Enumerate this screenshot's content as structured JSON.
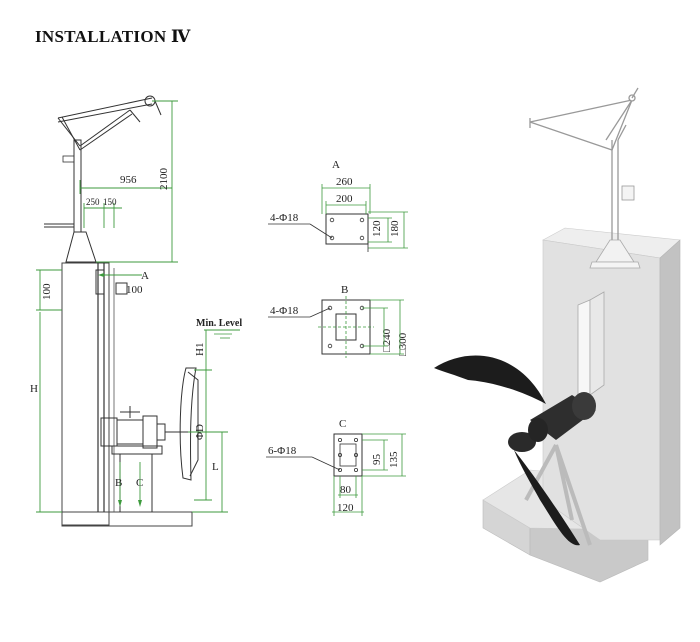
{
  "title": "INSTALLATION Ⅳ",
  "main_view": {
    "dim_956": "956",
    "dim_2100": "2100",
    "dim_250": "250",
    "dim_150": "150",
    "dim_100_v": "100",
    "dim_100_h": "100",
    "label_a": "A",
    "dim_h": "H",
    "dim_h1": "H1",
    "dim_phi_d": "ΦD",
    "dim_l": "L",
    "label_b": "B",
    "label_c": "C",
    "min_level": "Min. Level"
  },
  "detail_a": {
    "label": "A",
    "dim_260": "260",
    "dim_200": "200",
    "holes": "4-Φ18",
    "dim_120": "120",
    "dim_180": "180"
  },
  "detail_b": {
    "label": "B",
    "holes": "4-Φ18",
    "dim_240": "□240",
    "dim_300": "□300"
  },
  "detail_c": {
    "label": "C",
    "holes": "6-Φ18",
    "dim_95": "95",
    "dim_135": "135",
    "dim_80": "80",
    "dim_120": "120"
  },
  "colors": {
    "dim_line": "#3d9a3d",
    "outline": "#333333",
    "concrete": "#e4e4e4",
    "blade": "#1c1c1c"
  }
}
